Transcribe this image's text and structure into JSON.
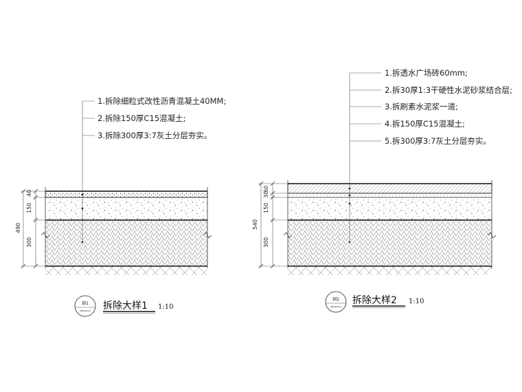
{
  "detail1": {
    "notes": [
      "1.拆除细粒式改性沥青混凝土40MM;",
      "2.拆除150厚C15混凝土;",
      "3.拆除300厚3:7灰土分层夯实。"
    ],
    "dims": {
      "d1": "40",
      "d2": "150",
      "d3": "300",
      "total": "490"
    },
    "tag": "剖1",
    "tag_sub": "DPM-ZZD-01",
    "title": "拆除大样1",
    "scale": "1:10"
  },
  "detail2": {
    "notes": [
      "1.拆透水广场砖60mm;",
      "2.拆30厚1:3干硬性水泥砂浆结合层;",
      "3.拆刷素水泥浆一道;",
      "4.拆150厚C15混凝土;",
      "5.拆300厚3:7灰土分层夯实。"
    ],
    "dims": {
      "d1": "60",
      "d2": "30",
      "d3": "150",
      "d4": "300",
      "total": "540"
    },
    "tag": "剖2",
    "tag_sub": "DPM-ZZD-01",
    "title": "拆除大样2",
    "scale": "1:10"
  }
}
